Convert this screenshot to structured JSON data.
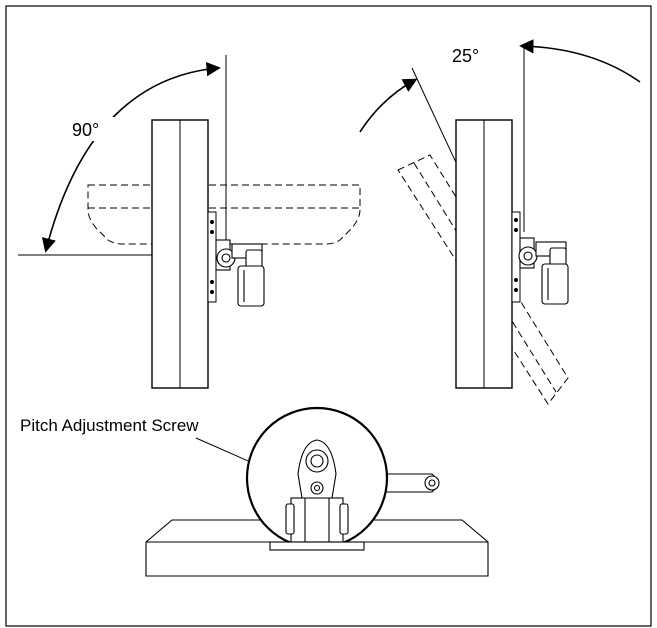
{
  "labels": {
    "angle_left": "90°",
    "angle_right": "25°",
    "callout": "Pitch Adjustment Screw"
  },
  "colors": {
    "line": "#000000",
    "background": "#ffffff"
  }
}
